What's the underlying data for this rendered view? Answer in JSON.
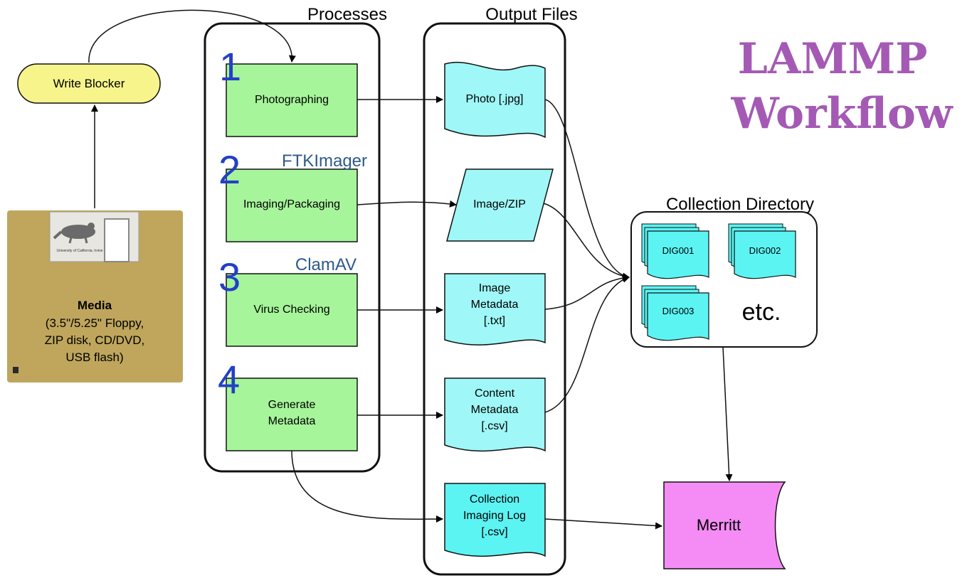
{
  "colors": {
    "process_fill": "#a6f59a",
    "output_fill": "#9ff7f7",
    "output_fill_strong": "#5cf3f3",
    "write_blocker_fill": "#f7f48c",
    "merritt_fill": "#f58cf5",
    "title": "#a45ab4",
    "number_blue": "#2240c8",
    "tool_label": "#2e5a8a",
    "floppy": "#bfa65c"
  },
  "title": {
    "line1": "LAMMP",
    "line2": "Workflow"
  },
  "columns": {
    "processes": "Processes",
    "outputs": "Output Files",
    "collection": "Collection Directory"
  },
  "write_blocker": {
    "label": "Write Blocker"
  },
  "media": {
    "title": "Media",
    "lines": [
      "(3.5\"/5.25\" Floppy,",
      "ZIP disk, CD/DVD,",
      "USB flash)"
    ],
    "disk_label_small": "University of California, Irvine"
  },
  "processes": [
    {
      "number": "1",
      "label": "Photographing",
      "tool": ""
    },
    {
      "number": "2",
      "label": "Imaging/Packaging",
      "tool": "FTKImager"
    },
    {
      "number": "3",
      "label": "Virus Checking",
      "tool": "ClamAV"
    },
    {
      "number": "4",
      "label": "Generate",
      "label2": "Metadata",
      "tool": ""
    }
  ],
  "outputs": {
    "photo": "Photo [.jpg]",
    "image_zip": "Image/ZIP",
    "image_meta": [
      "Image",
      "Metadata",
      "[.txt]"
    ],
    "content_meta": [
      "Content",
      "Metadata",
      "[.csv]"
    ],
    "imaging_log": [
      "Collection",
      "Imaging Log",
      "[.csv]"
    ]
  },
  "collection": {
    "items": [
      "DIG001",
      "DIG002",
      "DIG003"
    ],
    "etc": "etc."
  },
  "merritt": {
    "label": "Merritt"
  }
}
